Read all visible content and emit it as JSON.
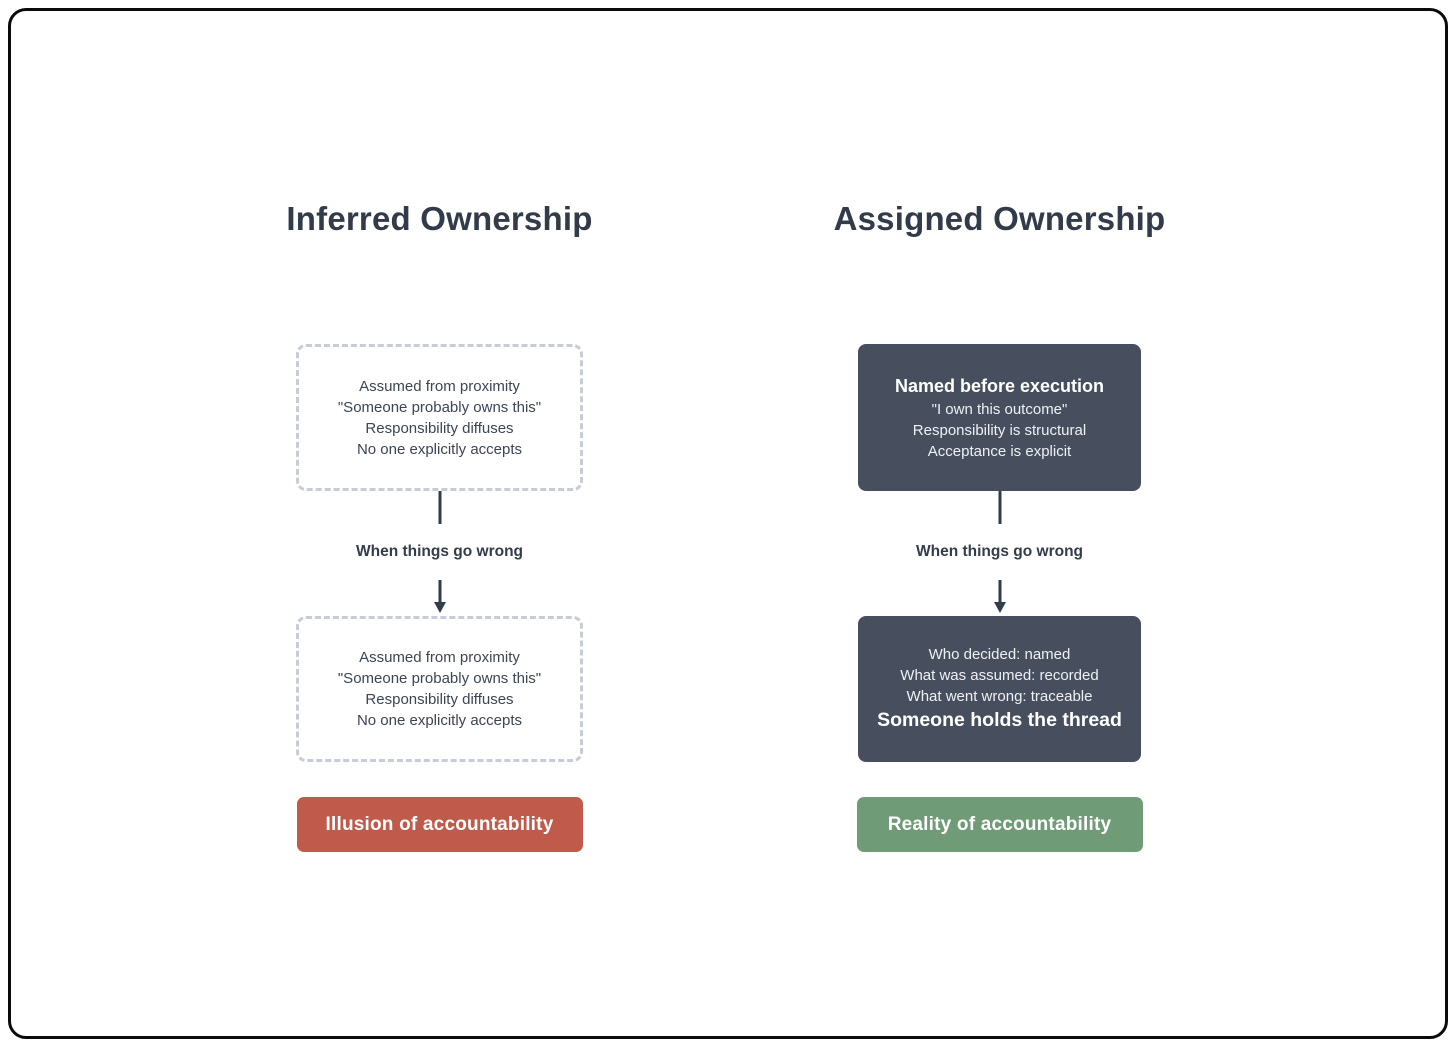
{
  "colors": {
    "dark_box": "#474F5F",
    "dashed_border": "#C7CDD6",
    "badge_red": "#C05B4C",
    "badge_green": "#6F9B77",
    "heading_text": "#323B49",
    "body_text": "#3C4554",
    "arrow": "#333C4A"
  },
  "columns": {
    "left": {
      "title": "Inferred Ownership",
      "box_top": {
        "lines": [
          "Assumed from proximity",
          "\"Someone probably owns this\"",
          "Responsibility diffuses",
          "No one explicitly accepts"
        ]
      },
      "arrow_label": "When things go wrong",
      "box_bottom": {
        "lines": [
          "Assumed from proximity",
          "\"Someone probably owns this\"",
          "Responsibility diffuses",
          "No one explicitly accepts"
        ]
      },
      "badge": "Illusion of accountability"
    },
    "right": {
      "title": "Assigned Ownership",
      "box_top": {
        "heading": "Named before execution",
        "lines": [
          "\"I own this outcome\"",
          "Responsibility is structural",
          "Acceptance is explicit"
        ]
      },
      "arrow_label": "When things go wrong",
      "box_bottom": {
        "lines": [
          "Who decided: named",
          "What was assumed: recorded",
          "What went wrong: traceable"
        ],
        "emphasis": "Someone holds the thread"
      },
      "badge": "Reality of accountability"
    }
  }
}
